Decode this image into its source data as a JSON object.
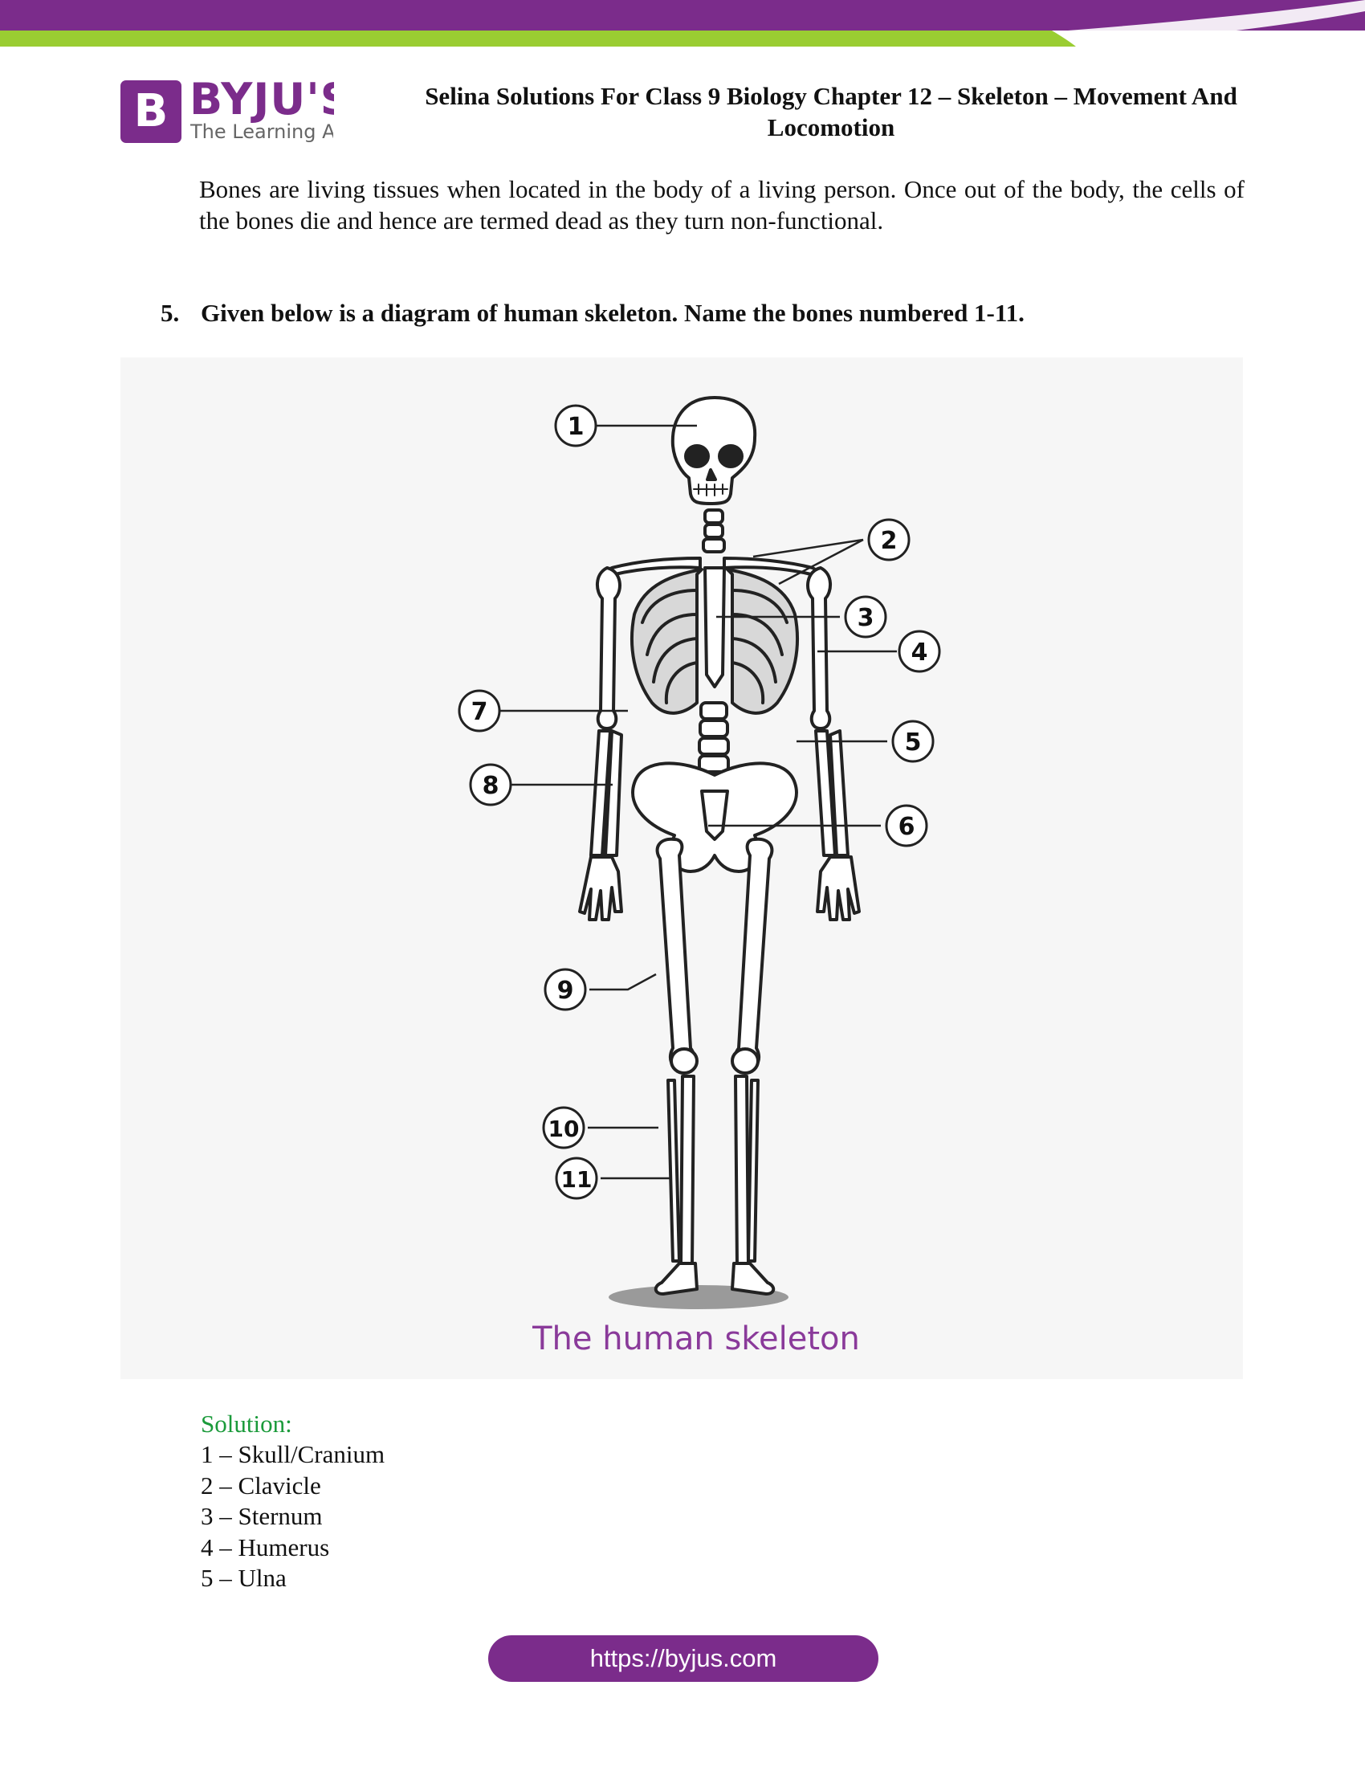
{
  "header": {
    "logo_letter": "B",
    "logo_word": "BYJU'S",
    "logo_tagline": "The Learning App",
    "title_line1": "Selina Solutions For Class 9 Biology Chapter 12 – Skeleton – Movement And",
    "title_line2": "Locomotion"
  },
  "body": {
    "paragraph": "Bones are living tissues when located in the body of a living person. Once out of the body, the cells of the bones die and hence are termed dead as they turn non-functional.",
    "question_number": "5.",
    "question_text": "Given below is a diagram of human skeleton. Name the bones numbered 1-11."
  },
  "figure": {
    "caption": "The human skeleton",
    "labels": [
      "1",
      "2",
      "3",
      "4",
      "5",
      "6",
      "7",
      "8",
      "9",
      "10",
      "11"
    ]
  },
  "solution": {
    "title": "Solution:",
    "answers": [
      "1 – Skull/Cranium",
      "2 – Clavicle",
      "3 – Sternum",
      "4 – Humerus",
      "5 – Ulna"
    ]
  },
  "footer": {
    "url": "https://byjus.com"
  },
  "colors": {
    "brand_purple": "#7b2c8b",
    "accent_green": "#9acd32",
    "solution_green": "#1a9a3a",
    "caption_purple": "#8a3a9a"
  }
}
